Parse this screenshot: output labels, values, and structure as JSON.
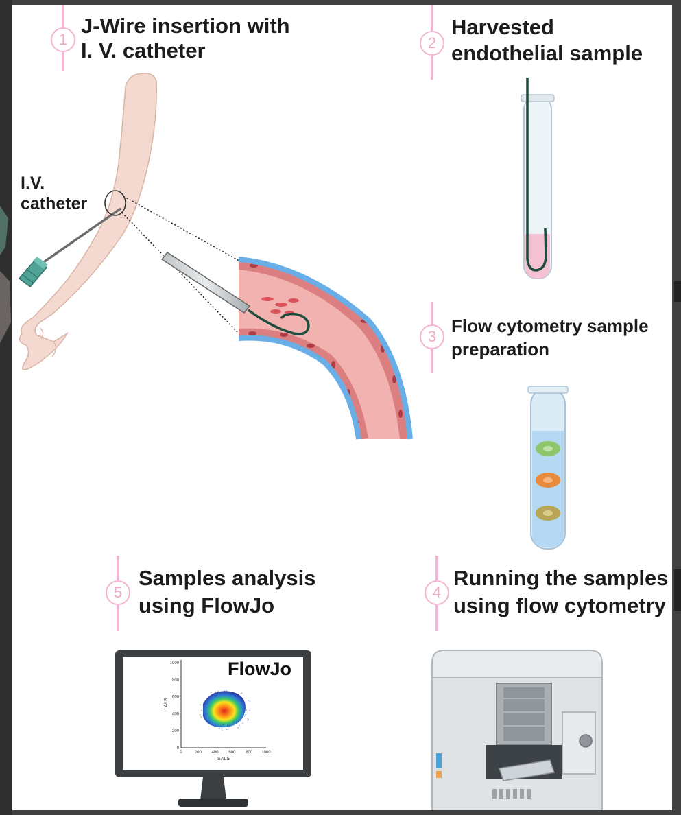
{
  "steps": [
    {
      "number": "1",
      "lines": [
        "J-Wire insertion with",
        "I. V. catheter"
      ]
    },
    {
      "number": "2",
      "lines": [
        "Harvested",
        "endothelial sample"
      ]
    },
    {
      "number": "3",
      "lines": [
        "Flow cytometry sample",
        "preparation"
      ]
    },
    {
      "number": "4",
      "lines": [
        "Running the samples",
        "using flow cytometry"
      ]
    },
    {
      "number": "5",
      "lines": [
        "Samples analysis",
        "using FlowJo"
      ]
    }
  ],
  "arm_label": {
    "lines": [
      "I.V.",
      "catheter"
    ]
  },
  "flowjo": {
    "logo": "FlowJo",
    "x_axis_label": "SALS",
    "y_axis_label": "LALS",
    "x_ticks": [
      "0",
      "200",
      "400",
      "600",
      "800",
      "1000"
    ],
    "y_ticks": [
      "0",
      "200",
      "400",
      "600",
      "800",
      "1000"
    ]
  },
  "colors": {
    "accent_pink": "#f3b6d2",
    "vessel_wall_blue": "#6aaee8",
    "vessel_tissue": "#f2b3b0",
    "skin": "#f3d9cf",
    "band_green": "#8fc56b",
    "band_orange": "#e98a3c",
    "band_olive": "#b8a654",
    "catheter_teal": "#4fa497"
  }
}
